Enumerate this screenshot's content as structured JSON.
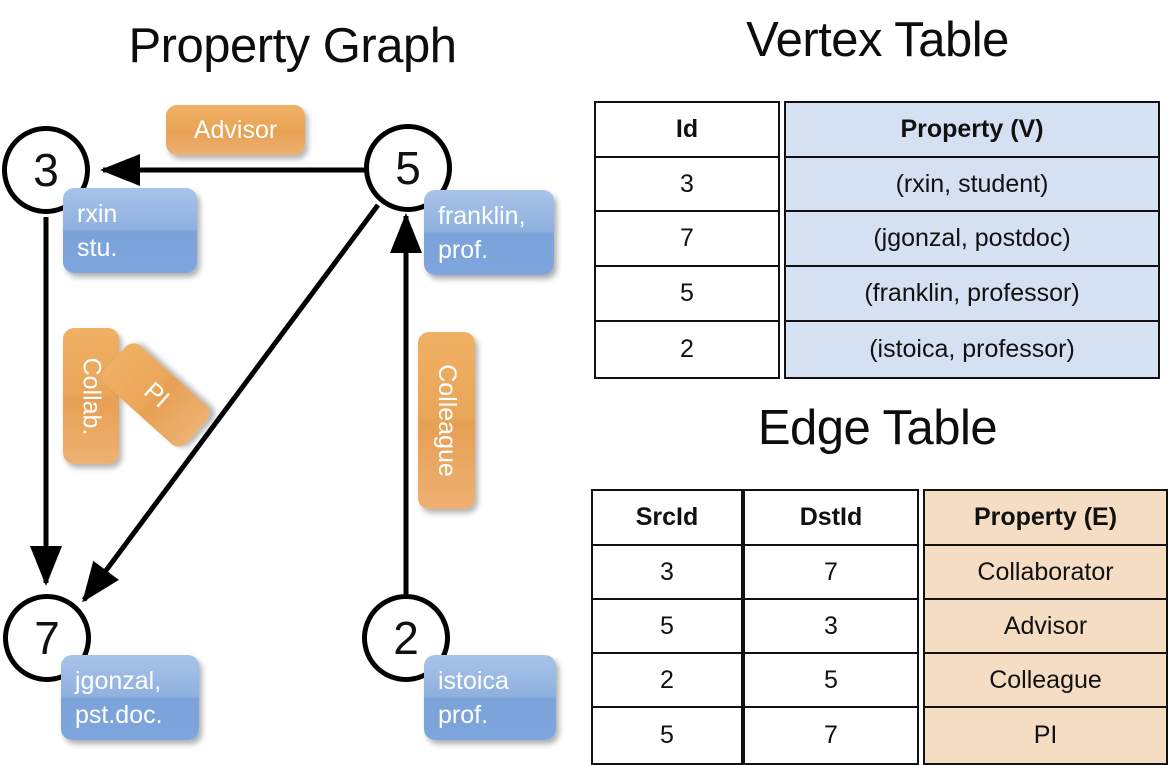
{
  "graph": {
    "title": "Property Graph",
    "nodes": [
      {
        "id": "3",
        "property": "rxin\nstu.",
        "prop_line1": "rxin",
        "prop_line2": "stu."
      },
      {
        "id": "5",
        "property": "franklin,\nprof.",
        "prop_line1": "franklin,",
        "prop_line2": "prof."
      },
      {
        "id": "7",
        "property": "jgonzal,\npst.doc.",
        "prop_line1": "jgonzal,",
        "prop_line2": "pst.doc."
      },
      {
        "id": "2",
        "property": "istoica\nprof.",
        "prop_line1": "istoica",
        "prop_line2": "prof."
      }
    ],
    "edge_labels": [
      {
        "name": "advisor",
        "text": "Advisor",
        "orientation": "horizontal"
      },
      {
        "name": "collab",
        "text": "Collab.",
        "orientation": "vertical"
      },
      {
        "name": "pi",
        "text": "PI",
        "orientation": "diagonal"
      },
      {
        "name": "colleague",
        "text": "Colleague",
        "orientation": "vertical"
      }
    ],
    "edges": [
      {
        "from": "5",
        "to": "3",
        "label": "Advisor"
      },
      {
        "from": "3",
        "to": "7",
        "label": "Collab."
      },
      {
        "from": "5",
        "to": "7",
        "label": "PI"
      },
      {
        "from": "2",
        "to": "5",
        "label": "Colleague"
      }
    ]
  },
  "vertex_table": {
    "title": "Vertex Table",
    "headers": [
      "Id",
      "Property (V)"
    ],
    "rows": [
      {
        "id": "3",
        "property": "(rxin, student)"
      },
      {
        "id": "7",
        "property": "(jgonzal, postdoc)"
      },
      {
        "id": "5",
        "property": "(franklin, professor)"
      },
      {
        "id": "2",
        "property": "(istoica, professor)"
      }
    ]
  },
  "edge_table": {
    "title": "Edge Table",
    "headers": [
      "SrcId",
      "DstId",
      "Property (E)"
    ],
    "rows": [
      {
        "src": "3",
        "dst": "7",
        "property": "Collaborator"
      },
      {
        "src": "5",
        "dst": "3",
        "property": "Advisor"
      },
      {
        "src": "2",
        "dst": "5",
        "property": "Colleague"
      },
      {
        "src": "5",
        "dst": "7",
        "property": "PI"
      }
    ]
  },
  "colors": {
    "vertex_property_fill": "#d6e0f3",
    "edge_property_fill": "#f5ddc4",
    "node_box_blue": "#8fb1e0",
    "edge_label_orange": "#eaa558",
    "stroke": "#111111",
    "background": "#ffffff"
  }
}
